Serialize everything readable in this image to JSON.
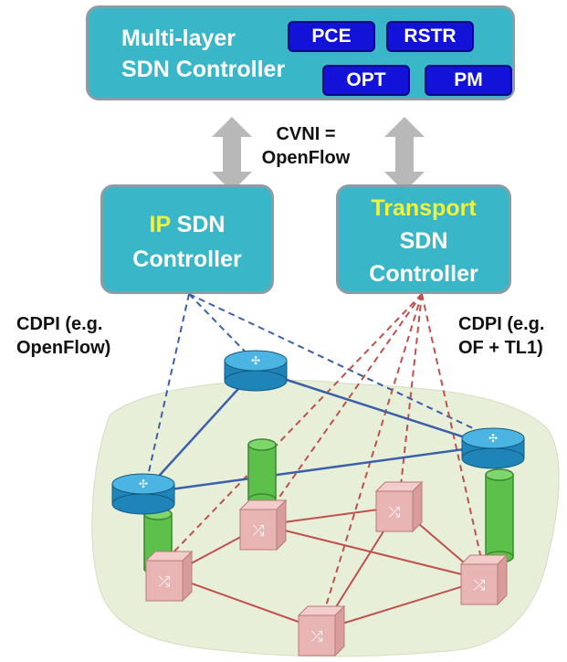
{
  "top_controller": {
    "line1": "Multi-layer",
    "line2": "SDN Controller"
  },
  "modules": [
    "PCE",
    "RSTR",
    "OPT",
    "PM"
  ],
  "interface_label": {
    "line1": "CVNI =",
    "line2": "OpenFlow"
  },
  "ip_controller": {
    "highlight": "IP",
    "line1_rest": " SDN",
    "line2": "Controller"
  },
  "transport_controller": {
    "highlight": "Transport",
    "line2": "SDN",
    "line3": "Controller"
  },
  "cdpi_left": {
    "line1": "CDPI (e.g.",
    "line2": "OpenFlow)"
  },
  "cdpi_right": {
    "line1": "CDPI (e.g.",
    "line2": "OF + TL1)"
  },
  "colors": {
    "controller": "#39b6c8",
    "module": "#1212d8",
    "highlight": "#f2f23a",
    "ip_link": "#3b5fa8",
    "optical_link": "#c0504d",
    "router": "#2a9ad0",
    "switch": "#e9b4b4",
    "adaptation": "#5cc04a",
    "network_area": "#e8efd8"
  }
}
